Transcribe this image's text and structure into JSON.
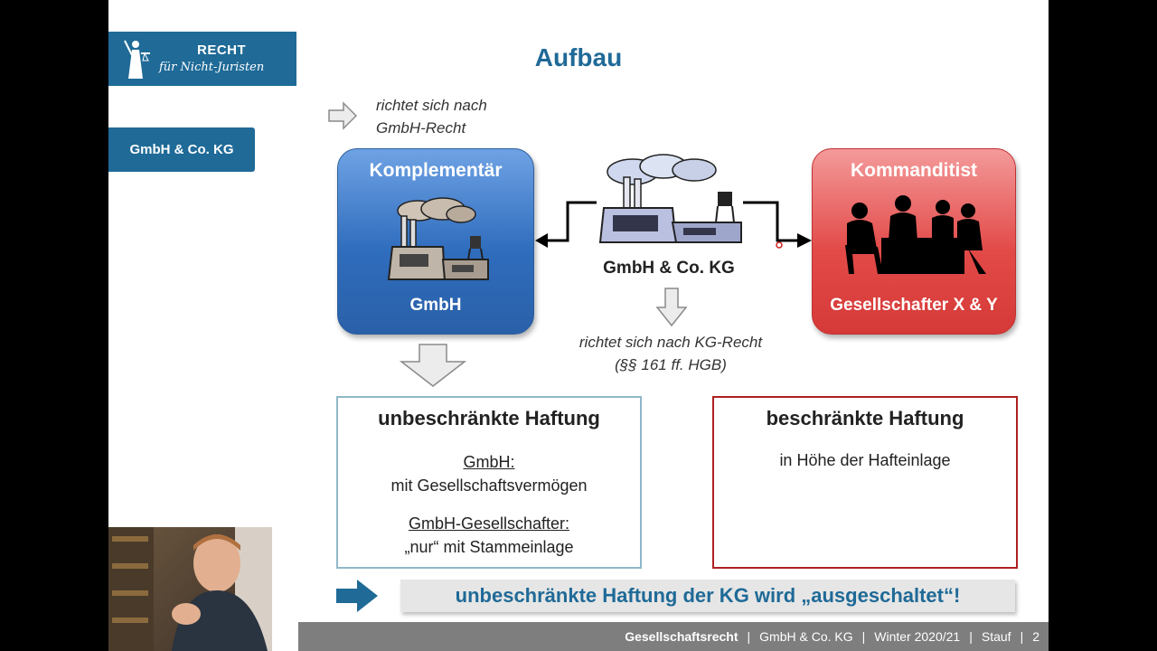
{
  "logo": {
    "line1": "RECHT",
    "line2": "für Nicht-Juristen"
  },
  "section_tab": "GmbH & Co. KG",
  "title": "Aufbau",
  "gmbh_note": {
    "line1": "richtet sich nach",
    "line2": "GmbH-Recht"
  },
  "komplementaer": {
    "title": "Komplementär",
    "subtitle": "GmbH",
    "icon": "factory-icon"
  },
  "center": {
    "label": "GmbH & Co. KG",
    "icon": "factory-icon"
  },
  "kommanditist": {
    "title": "Kommanditist",
    "subtitle": "Gesellschafter X & Y",
    "icon": "meeting-people-icon"
  },
  "kg_note": {
    "line1": "richtet sich nach KG-Recht",
    "line2": "(§§ 161 ff. HGB)"
  },
  "haftung_unbeschraenkt": {
    "heading": "unbeschränkte Haftung",
    "gmbh_label": "GmbH:",
    "gmbh_text": "mit Gesellschaftsvermögen",
    "gesellschafter_label": "GmbH-Gesellschafter:",
    "gesellschafter_text": "„nur“ mit Stammeinlage"
  },
  "haftung_beschraenkt": {
    "heading": "beschränkte Haftung",
    "text": "in Höhe der Hafteinlage"
  },
  "conclusion": "unbeschränkte Haftung der KG wird „ausgeschaltet“!",
  "footer": {
    "course": "Gesellschaftsrecht",
    "sep": "|",
    "topic": "GmbH & Co. KG",
    "term": "Winter 2020/21",
    "author": "Stauf",
    "page": "2"
  },
  "colors": {
    "brand": "#1f6a97",
    "komplementaer": "#2f6dbd",
    "kommanditist": "#e24a48",
    "limited_border": "#b02020"
  }
}
